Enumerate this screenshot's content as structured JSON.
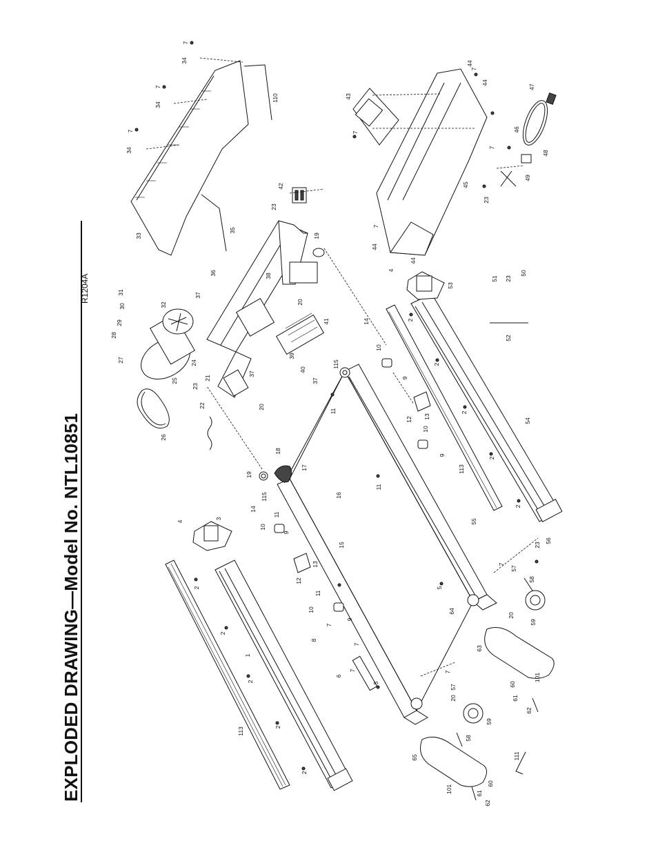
{
  "title": "EXPLODED DRAWING—Model No. NTL10851",
  "drawing_ref": "R1204A",
  "parts": [
    {
      "id": "p1",
      "label": "1"
    },
    {
      "id": "p2a",
      "label": "2"
    },
    {
      "id": "p2b",
      "label": "2"
    },
    {
      "id": "p2c",
      "label": "2"
    },
    {
      "id": "p2d",
      "label": "2"
    },
    {
      "id": "p2e",
      "label": "2"
    },
    {
      "id": "p2f",
      "label": "2"
    },
    {
      "id": "p2g",
      "label": "2"
    },
    {
      "id": "p2h",
      "label": "2"
    },
    {
      "id": "p2i",
      "label": "2"
    },
    {
      "id": "p2j",
      "label": "2"
    },
    {
      "id": "p3",
      "label": "3"
    },
    {
      "id": "p4a",
      "label": "4"
    },
    {
      "id": "p4b",
      "label": "4"
    },
    {
      "id": "p5a",
      "label": "5"
    },
    {
      "id": "p5b",
      "label": "5"
    },
    {
      "id": "p6",
      "label": "6"
    },
    {
      "id": "p7a",
      "label": "7"
    },
    {
      "id": "p7b",
      "label": "7"
    },
    {
      "id": "p7c",
      "label": "7"
    },
    {
      "id": "p7d",
      "label": "7"
    },
    {
      "id": "p7e",
      "label": "7"
    },
    {
      "id": "p7f",
      "label": "7"
    },
    {
      "id": "p7g",
      "label": "7"
    },
    {
      "id": "p7h",
      "label": "7"
    },
    {
      "id": "p7i",
      "label": "7"
    },
    {
      "id": "p7j",
      "label": "7"
    },
    {
      "id": "p7k",
      "label": "7"
    },
    {
      "id": "p7l",
      "label": "7"
    },
    {
      "id": "p8",
      "label": "8"
    },
    {
      "id": "p9a",
      "label": "9"
    },
    {
      "id": "p9b",
      "label": "9"
    },
    {
      "id": "p9c",
      "label": "9"
    },
    {
      "id": "p9d",
      "label": "9"
    },
    {
      "id": "p10a",
      "label": "10"
    },
    {
      "id": "p10b",
      "label": "10"
    },
    {
      "id": "p10c",
      "label": "10"
    },
    {
      "id": "p10d",
      "label": "10"
    },
    {
      "id": "p11a",
      "label": "11"
    },
    {
      "id": "p11b",
      "label": "11"
    },
    {
      "id": "p11c",
      "label": "11"
    },
    {
      "id": "p11d",
      "label": "11"
    },
    {
      "id": "p12a",
      "label": "12"
    },
    {
      "id": "p12b",
      "label": "12"
    },
    {
      "id": "p13a",
      "label": "13"
    },
    {
      "id": "p13b",
      "label": "13"
    },
    {
      "id": "p14a",
      "label": "14"
    },
    {
      "id": "p14b",
      "label": "14"
    },
    {
      "id": "p15",
      "label": "15"
    },
    {
      "id": "p16",
      "label": "16"
    },
    {
      "id": "p17",
      "label": "17"
    },
    {
      "id": "p18",
      "label": "18"
    },
    {
      "id": "p19a",
      "label": "19"
    },
    {
      "id": "p19b",
      "label": "19"
    },
    {
      "id": "p20a",
      "label": "20"
    },
    {
      "id": "p20b",
      "label": "20"
    },
    {
      "id": "p20c",
      "label": "20"
    },
    {
      "id": "p20d",
      "label": "20"
    },
    {
      "id": "p21",
      "label": "21"
    },
    {
      "id": "p22",
      "label": "22"
    },
    {
      "id": "p23a",
      "label": "23"
    },
    {
      "id": "p23b",
      "label": "23"
    },
    {
      "id": "p23c",
      "label": "23"
    },
    {
      "id": "p23d",
      "label": "23"
    },
    {
      "id": "p23e",
      "label": "23"
    },
    {
      "id": "p24",
      "label": "24"
    },
    {
      "id": "p25",
      "label": "25"
    },
    {
      "id": "p26",
      "label": "26"
    },
    {
      "id": "p27",
      "label": "27"
    },
    {
      "id": "p28",
      "label": "28"
    },
    {
      "id": "p29",
      "label": "29"
    },
    {
      "id": "p30",
      "label": "30"
    },
    {
      "id": "p31",
      "label": "31"
    },
    {
      "id": "p32",
      "label": "32"
    },
    {
      "id": "p33",
      "label": "33"
    },
    {
      "id": "p34a",
      "label": "34"
    },
    {
      "id": "p34b",
      "label": "34"
    },
    {
      "id": "p34c",
      "label": "34"
    },
    {
      "id": "p35",
      "label": "35"
    },
    {
      "id": "p36",
      "label": "36"
    },
    {
      "id": "p37a",
      "label": "37"
    },
    {
      "id": "p37b",
      "label": "37"
    },
    {
      "id": "p37c",
      "label": "37"
    },
    {
      "id": "p38",
      "label": "38"
    },
    {
      "id": "p39",
      "label": "39"
    },
    {
      "id": "p40",
      "label": "40"
    },
    {
      "id": "p41",
      "label": "41"
    },
    {
      "id": "p42",
      "label": "42"
    },
    {
      "id": "p43",
      "label": "43"
    },
    {
      "id": "p44a",
      "label": "44"
    },
    {
      "id": "p44b",
      "label": "44"
    },
    {
      "id": "p44c",
      "label": "44"
    },
    {
      "id": "p44d",
      "label": "44"
    },
    {
      "id": "p45",
      "label": "45"
    },
    {
      "id": "p46",
      "label": "46"
    },
    {
      "id": "p47",
      "label": "47"
    },
    {
      "id": "p48",
      "label": "48"
    },
    {
      "id": "p49",
      "label": "49"
    },
    {
      "id": "p50",
      "label": "50"
    },
    {
      "id": "p51",
      "label": "51"
    },
    {
      "id": "p52",
      "label": "52"
    },
    {
      "id": "p53",
      "label": "53"
    },
    {
      "id": "p54",
      "label": "54"
    },
    {
      "id": "p55",
      "label": "55"
    },
    {
      "id": "p56",
      "label": "56"
    },
    {
      "id": "p57a",
      "label": "57"
    },
    {
      "id": "p57b",
      "label": "57"
    },
    {
      "id": "p58a",
      "label": "58"
    },
    {
      "id": "p58b",
      "label": "58"
    },
    {
      "id": "p59a",
      "label": "59"
    },
    {
      "id": "p59b",
      "label": "59"
    },
    {
      "id": "p60a",
      "label": "60"
    },
    {
      "id": "p60b",
      "label": "60"
    },
    {
      "id": "p61a",
      "label": "61"
    },
    {
      "id": "p61b",
      "label": "61"
    },
    {
      "id": "p62a",
      "label": "62"
    },
    {
      "id": "p62b",
      "label": "62"
    },
    {
      "id": "p63",
      "label": "63"
    },
    {
      "id": "p64",
      "label": "64"
    },
    {
      "id": "p65",
      "label": "65"
    },
    {
      "id": "p101a",
      "label": "101"
    },
    {
      "id": "p101b",
      "label": "101"
    },
    {
      "id": "p110",
      "label": "110"
    },
    {
      "id": "p111",
      "label": "111"
    },
    {
      "id": "p113a",
      "label": "113"
    },
    {
      "id": "p113b",
      "label": "113"
    },
    {
      "id": "p115a",
      "label": "115"
    },
    {
      "id": "p115b",
      "label": "115"
    }
  ]
}
